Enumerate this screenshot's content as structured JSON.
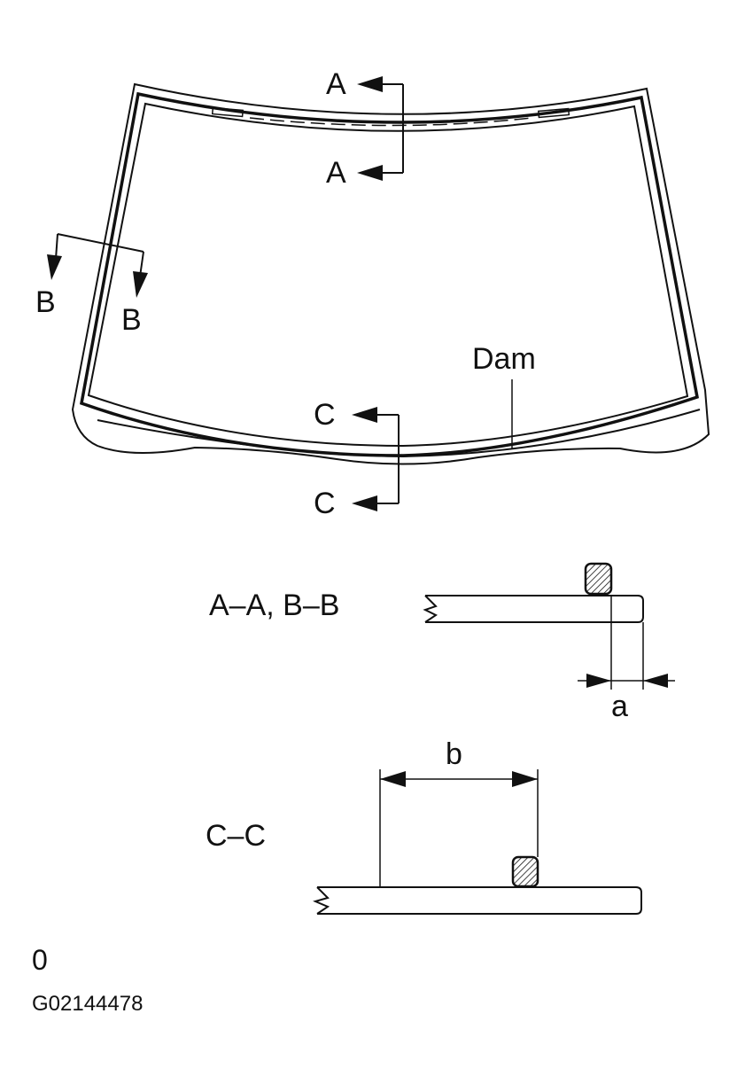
{
  "labels": {
    "section_a": "A",
    "section_b": "B",
    "section_c": "C",
    "dam": "Dam",
    "section_ab_title": "A–A, B–B",
    "section_cc_title": "C–C",
    "dim_a": "a",
    "dim_b": "b",
    "footer_zero": "0",
    "figure_code": "G02144478"
  },
  "colors": {
    "line": "#111111",
    "background": "#ffffff",
    "hatch": "#111111"
  }
}
